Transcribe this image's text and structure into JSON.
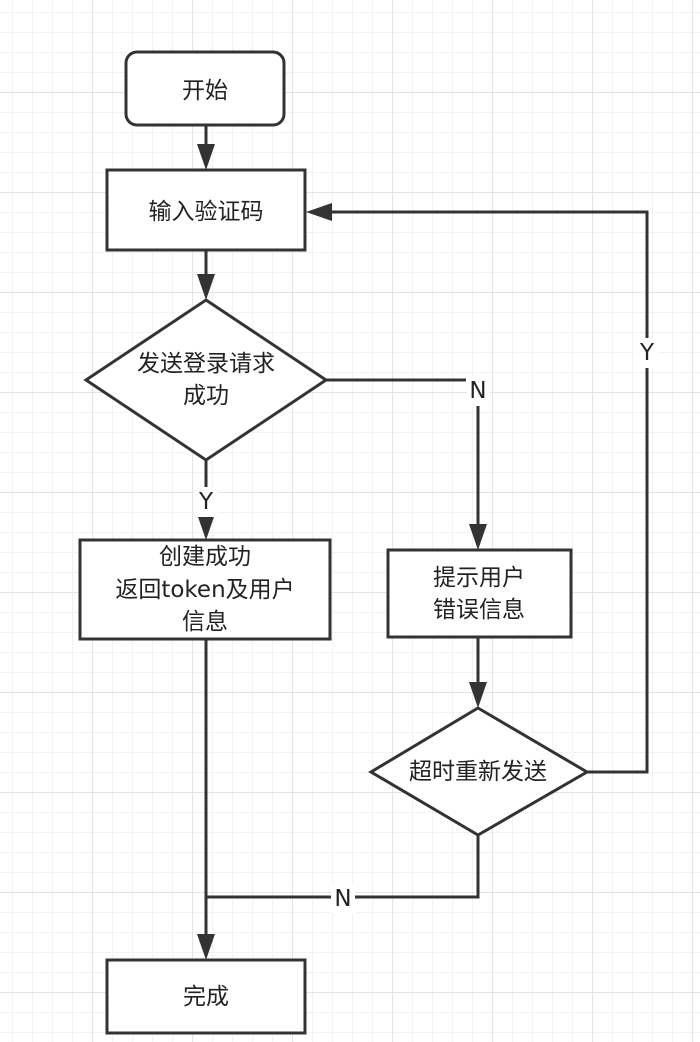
{
  "nodes": {
    "start": {
      "lines": [
        "开始"
      ]
    },
    "input_code": {
      "lines": [
        "输入验证码"
      ]
    },
    "login_decision": {
      "lines": [
        "发送登录请求",
        "成功"
      ]
    },
    "create_success": {
      "lines": [
        "创建成功",
        "返回token及用户",
        "信息"
      ]
    },
    "show_error": {
      "lines": [
        "提示用户",
        "错误信息"
      ]
    },
    "resend_decision": {
      "lines": [
        "超时重新发送"
      ]
    },
    "done": {
      "lines": [
        "完成"
      ]
    }
  },
  "edges": {
    "login_yes": "Y",
    "login_no": "N",
    "resend_yes": "Y",
    "resend_no": "N"
  },
  "colors": {
    "stroke": "#333333",
    "text": "#222222",
    "grid": "#e4e4e4"
  }
}
